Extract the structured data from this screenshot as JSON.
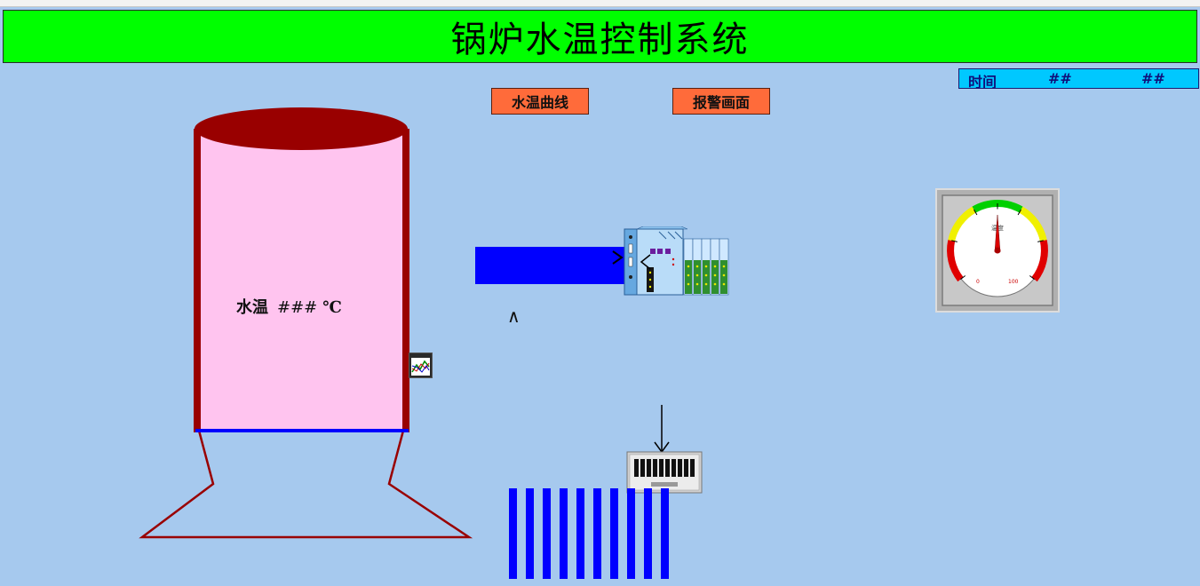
{
  "header": {
    "title": "锅炉水温控制系统"
  },
  "time_panel": {
    "label": "时间",
    "value1": "##",
    "value2": "##"
  },
  "nav": {
    "curve_button": "水温曲线",
    "alarm_button": "报警画面"
  },
  "tank": {
    "temp_label": "水温",
    "temp_value": "###",
    "temp_unit": "℃"
  },
  "gauge": {
    "min_label": "0",
    "max_label": "100",
    "center_label": "温度"
  },
  "colors": {
    "background": "#a6c9ee",
    "title_bar": "#00ff00",
    "button": "#ff6b3a",
    "time_panel": "#00c8ff",
    "tank_body": "#ffc4ef",
    "tank_frame": "#990000",
    "pipe": "#0000ff"
  },
  "icons": {
    "trend_icon": "trend-chart-icon",
    "plc": "plc-rack-icon",
    "heater": "heater-module-icon"
  }
}
